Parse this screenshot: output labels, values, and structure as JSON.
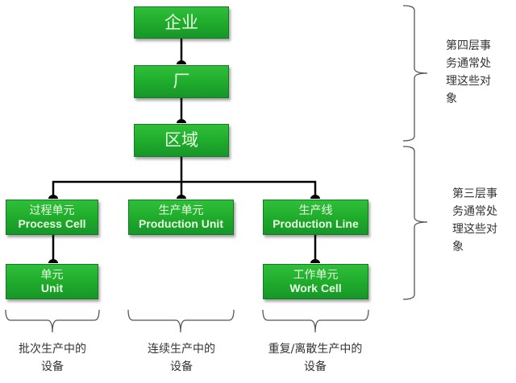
{
  "diagram": {
    "title": "ISA-88 physical model hierarchy",
    "levels": {
      "enterprise": {
        "zh": "企业"
      },
      "site": {
        "zh": "厂"
      },
      "area": {
        "zh": "区域"
      },
      "process_cell": {
        "zh": "过程单元",
        "en": "Process Cell"
      },
      "production_unit": {
        "zh": "生产单元",
        "en": "Production Unit"
      },
      "production_line": {
        "zh": "生产线",
        "en": "Production Line"
      },
      "unit": {
        "zh": "单元",
        "en": "Unit"
      },
      "work_cell": {
        "zh": "工作单元",
        "en": "Work Cell"
      }
    },
    "side_notes": {
      "level4": "第四层事务通常处理这些对象",
      "level3": "第三层事务通常处理这些对象"
    },
    "bottom_notes": {
      "batch": {
        "line1": "批次生产中的",
        "line2": "设备"
      },
      "continuous": {
        "line1": "连续生产中的",
        "line2": "设备"
      },
      "discrete": {
        "line1": "重复/离散生产中的",
        "line2": "设备"
      }
    },
    "colors": {
      "box_fill": "#1faa2b",
      "box_text": "#e8ffe2",
      "connector": "#000000",
      "brace": "#555555"
    }
  }
}
